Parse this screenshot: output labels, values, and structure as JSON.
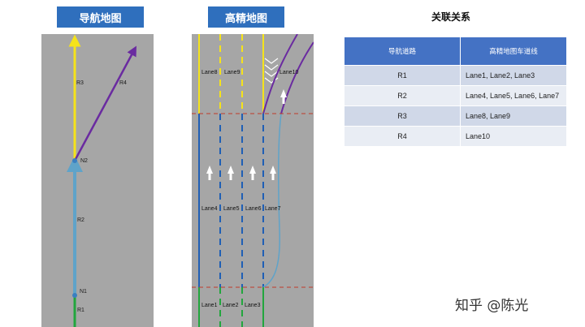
{
  "nav_map": {
    "title": "导航地图",
    "roads": {
      "r1": "R1",
      "r2": "R2",
      "r3": "R3",
      "r4": "R4"
    },
    "nodes": {
      "n1": "N1",
      "n2": "N2"
    }
  },
  "hd_map": {
    "title": "高精地图",
    "lanes": {
      "lane1": "Lane1",
      "lane2": "Lane2",
      "lane3": "Lane3",
      "lane4": "Lane4",
      "lane5": "Lane5",
      "lane6": "Lane6",
      "lane7": "Lane7",
      "lane8": "Lane8",
      "lane9": "Lane9",
      "lane10": "Lane10"
    }
  },
  "association": {
    "title": "关联关系",
    "headers": [
      "导航道路",
      "高精地图车道线"
    ],
    "rows": [
      [
        "R1",
        "Lane1, Lane2, Lane3"
      ],
      [
        "R2",
        "Lane4, Lane5, Lane6, Lane7"
      ],
      [
        "R3",
        "Lane8, Lane9"
      ],
      [
        "R4",
        "Lane10"
      ]
    ]
  },
  "watermark": "知乎 @陈光",
  "colors": {
    "road_yellow": "#f5e31a",
    "road_purple": "#6a2ba0",
    "road_blue": "#5fa3c9",
    "road_green": "#22a63d",
    "lane_blue": "#1f5fb5",
    "panel_gray": "#a6a6a6",
    "header_blue": "#2f6fbd",
    "boundary_red": "#c0392b"
  }
}
